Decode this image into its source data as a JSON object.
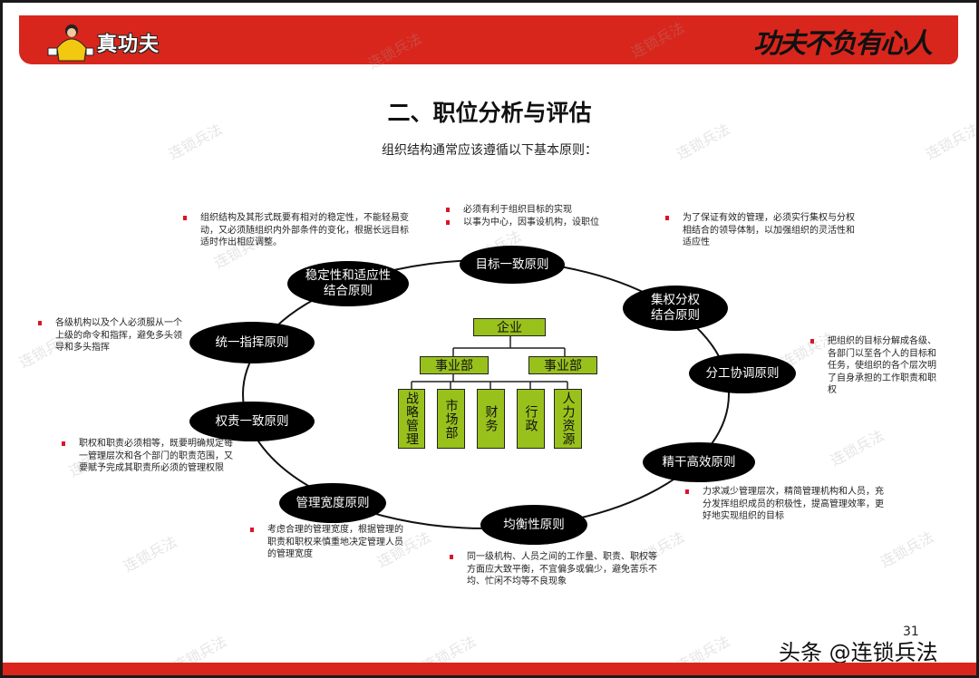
{
  "header": {
    "brand": "真功夫",
    "slogan": "功夫不负有心人",
    "accent_color": "#d9261c"
  },
  "page": {
    "title": "二、职位分析与评估",
    "subtitle": "组织结构通常应该遵循以下基本原则：",
    "page_number": "31",
    "source_label": "头条 @连锁兵法"
  },
  "principles": [
    {
      "id": "goal",
      "label": "目标一致原则"
    },
    {
      "id": "central",
      "label": "集权分权\n结合原则"
    },
    {
      "id": "division",
      "label": "分工协调原则"
    },
    {
      "id": "lean",
      "label": "精干高效原则"
    },
    {
      "id": "balance",
      "label": "均衡性原则"
    },
    {
      "id": "span",
      "label": "管理宽度原则"
    },
    {
      "id": "authority",
      "label": "权责一致原则"
    },
    {
      "id": "command",
      "label": "统一指挥原则"
    },
    {
      "id": "stability",
      "label": "稳定性和适应性\n结合原则"
    }
  ],
  "notes": {
    "stability": [
      "组织结构及其形式既要有相对的稳定性，不能轻易变动，又必须随组织内外部条件的变化，根据长远目标适时作出相应调整。"
    ],
    "goal": [
      "必须有利于组织目标的实现",
      "以事为中心，因事设机构，设职位"
    ],
    "central": [
      "为了保证有效的管理，必须实行集权与分权相结合的领导体制，以加强组织的灵活性和适应性"
    ],
    "command": [
      "各级机构以及个人必须服从一个上级的命令和指挥，避免多头领导和多头指挥"
    ],
    "division": [
      "把组织的目标分解成各级、各部门以至各个人的目标和任务，使组织的各个层次明了自身承担的工作职责和职权"
    ],
    "authority": [
      "职权和职责必须相等，既要明确规定每一管理层次和各个部门的职责范围，又要赋予完成其职责所必须的管理权限"
    ],
    "lean": [
      "力求减少管理层次，精简管理机构和人员，充分发挥组织成员的积极性，提高管理效率，更好地实现组织的目标"
    ],
    "span": [
      "考虑合理的管理宽度，根据管理的职责和职权来慎重地决定管理人员的管理宽度"
    ],
    "balance": [
      "同一级机构、人员之间的工作量、职责、职权等方面应大致平衡，不宜偏多或偏少，避免苦乐不均、忙闲不均等不良现象"
    ]
  },
  "org_chart": {
    "root": "企业",
    "divisions": [
      "事业部",
      "事业部"
    ],
    "departments": [
      "战略管理",
      "市场部",
      "财务",
      "行政",
      "人力资源"
    ],
    "box_color": "#99c11c"
  },
  "watermark": "连锁兵法"
}
